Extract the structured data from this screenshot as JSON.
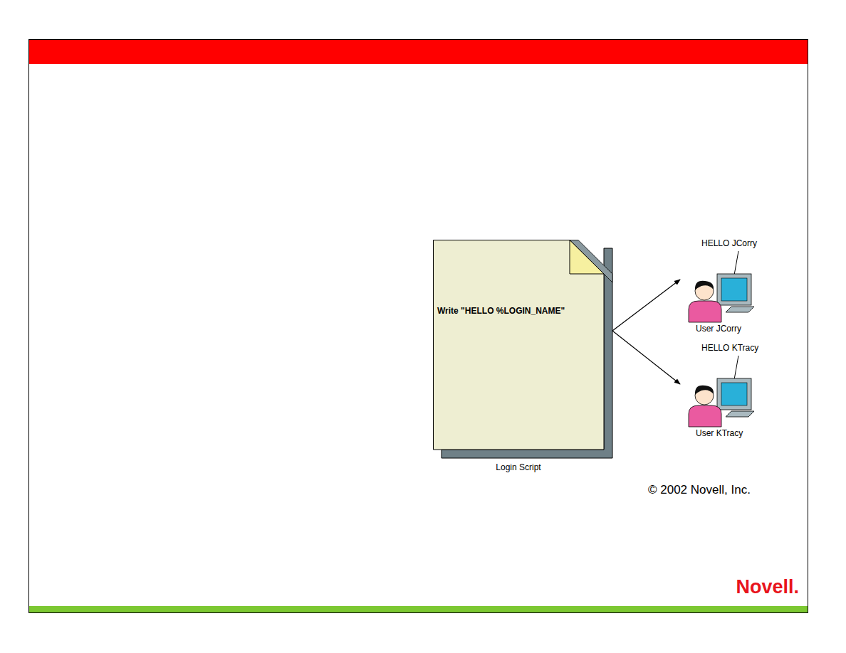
{
  "diagram": {
    "nodes": [
      {
        "text": [
          "Write \"HELLO %LOGIN_NAME\"",
          "Login Script"
        ]
      },
      {
        "text": [
          "HELLO JCorry",
          "User JCorry"
        ]
      },
      {
        "text": [
          "HELLO KTracy",
          "User KTracy"
        ]
      }
    ],
    "edges": [
      {
        "from": 0,
        "to": 1,
        "arrow": "to"
      },
      {
        "from": 0,
        "to": 2,
        "arrow": "to"
      }
    ],
    "labels": [
      "© 2002 Novell, Inc.",
      "Novell."
    ]
  }
}
